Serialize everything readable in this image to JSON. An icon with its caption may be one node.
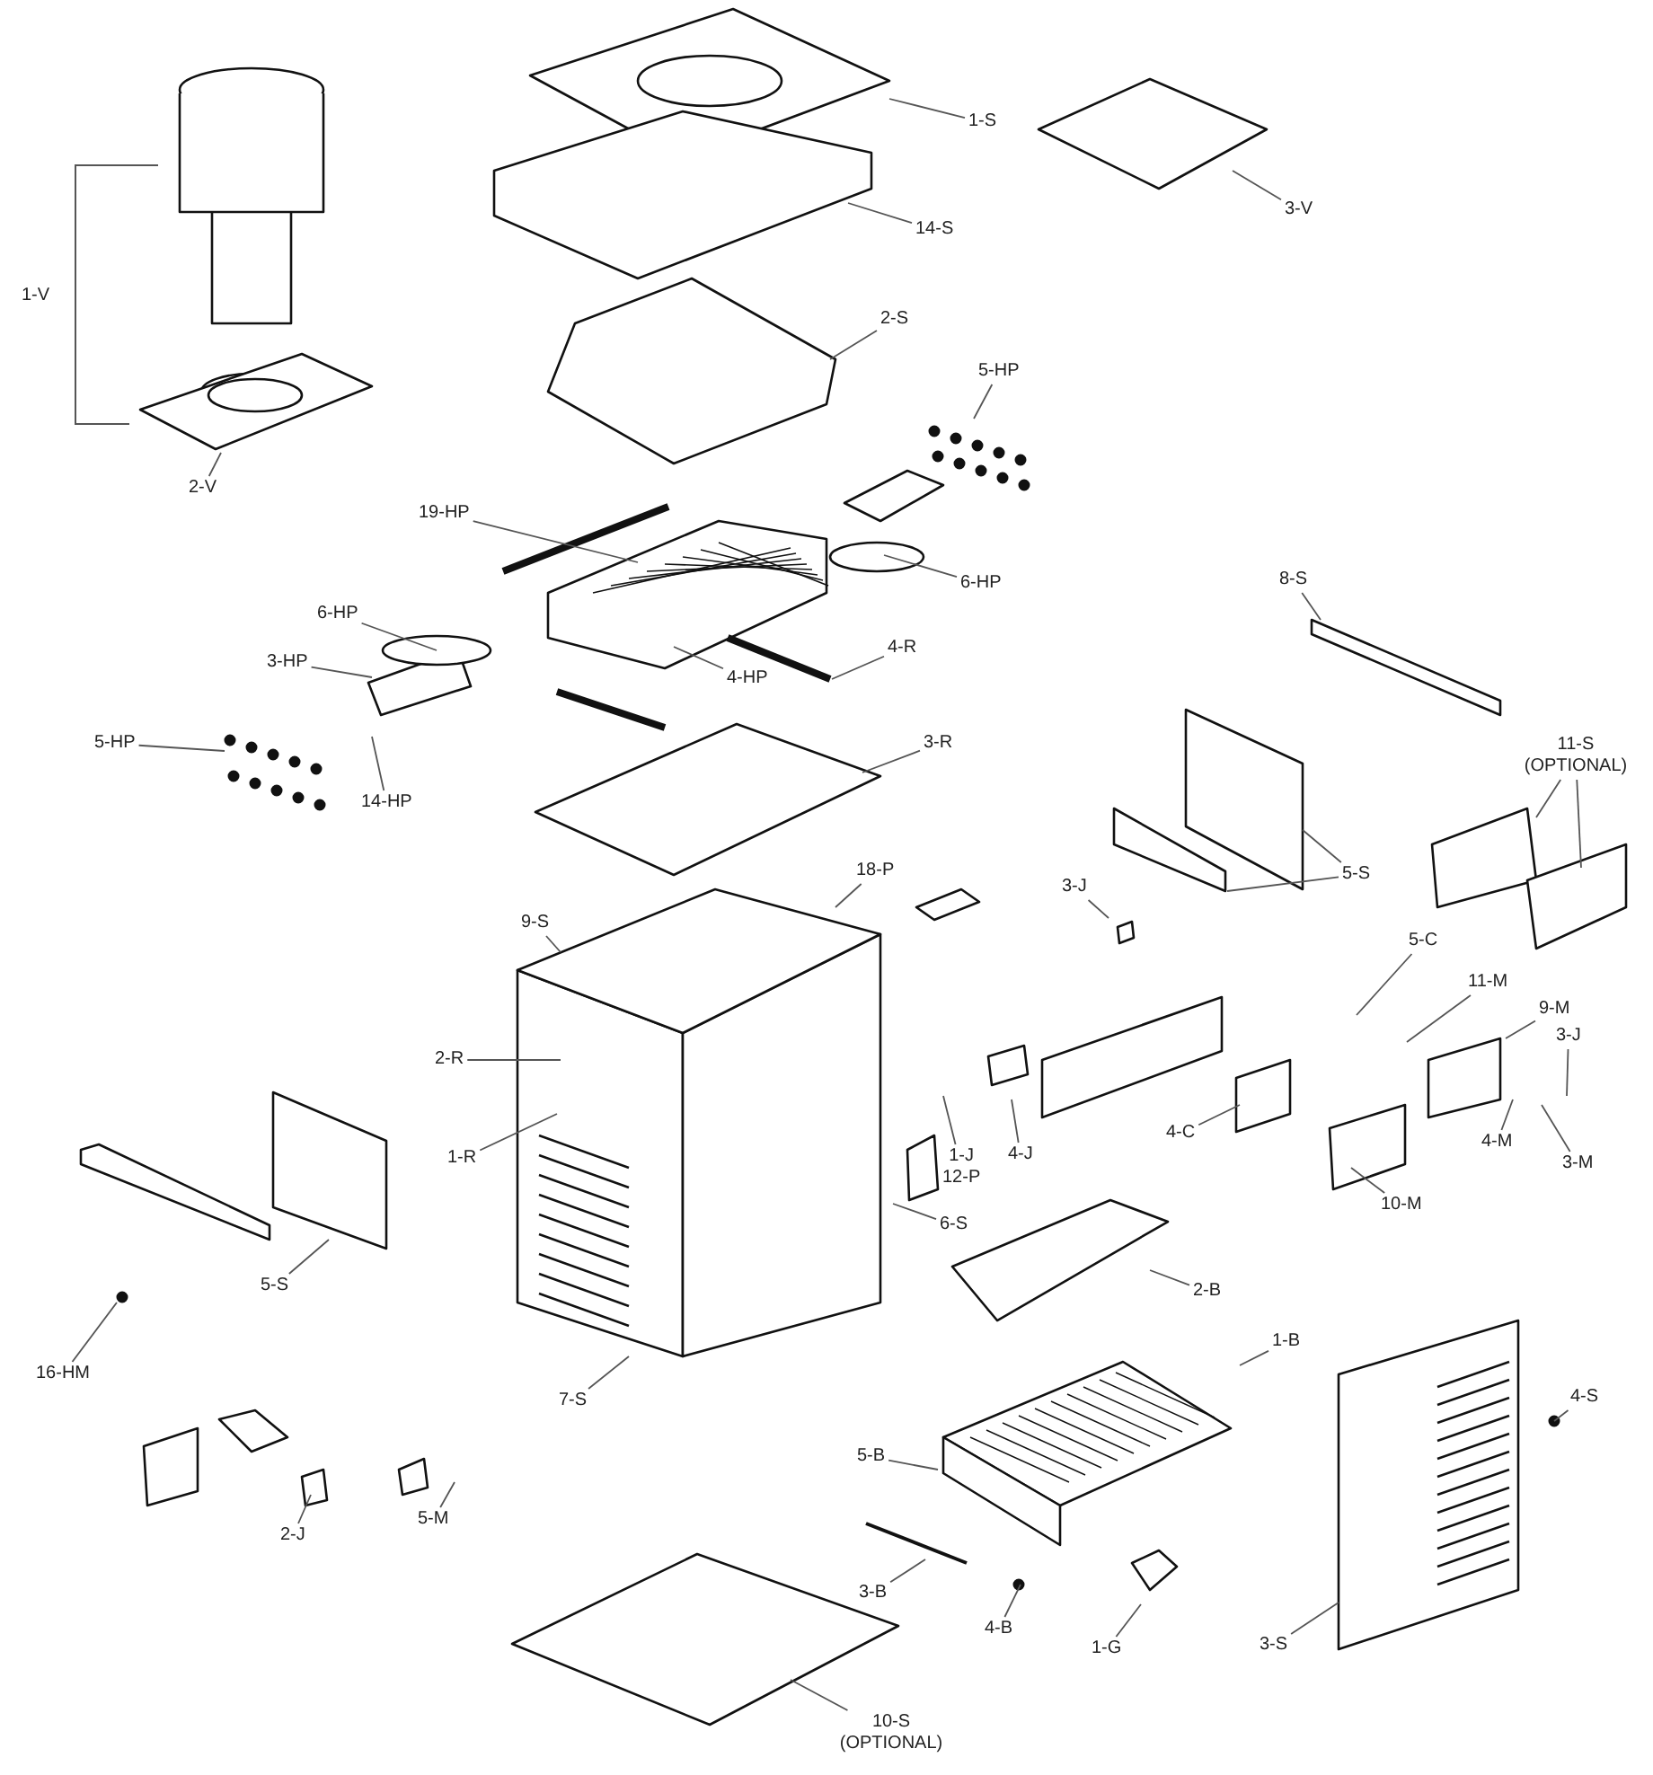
{
  "diagram": {
    "nodes": [
      {
        "text": [
          "1-S"
        ]
      },
      {
        "text": [
          "3-V"
        ]
      },
      {
        "text": [
          "14-S"
        ]
      },
      {
        "text": [
          "2-S"
        ]
      },
      {
        "text": [
          "5-HP"
        ]
      },
      {
        "text": [
          "2-V"
        ]
      },
      {
        "text": [
          "19-HP"
        ]
      },
      {
        "text": [
          "6-HP"
        ]
      },
      {
        "text": [
          "8-S"
        ]
      },
      {
        "text": [
          "6-HP"
        ]
      },
      {
        "text": [
          "4-R"
        ]
      },
      {
        "text": [
          "3-HP"
        ]
      },
      {
        "text": [
          "4-HP"
        ]
      },
      {
        "text": [
          "5-HP"
        ]
      },
      {
        "text": [
          "3-R"
        ]
      },
      {
        "text": [
          "11-S (OPTIONAL)"
        ]
      },
      {
        "text": [
          "14-HP"
        ]
      },
      {
        "text": [
          "18-P"
        ]
      },
      {
        "text": [
          "5-S"
        ]
      },
      {
        "text": [
          "3-J"
        ]
      },
      {
        "text": [
          "9-S"
        ]
      },
      {
        "text": [
          "5-C"
        ]
      },
      {
        "text": [
          "11-M"
        ]
      },
      {
        "text": [
          "9-M"
        ]
      },
      {
        "text": [
          "3-J"
        ]
      },
      {
        "text": [
          "2-R"
        ]
      },
      {
        "text": [
          "4-C"
        ]
      },
      {
        "text": [
          "4-M"
        ]
      },
      {
        "text": [
          "4-J"
        ]
      },
      {
        "text": [
          "1-R"
        ]
      },
      {
        "text": [
          "1-J",
          "12-P"
        ]
      },
      {
        "text": [
          "3-M"
        ]
      },
      {
        "text": [
          "10-M"
        ]
      },
      {
        "text": [
          "6-S"
        ]
      },
      {
        "text": [
          "5-S"
        ]
      },
      {
        "text": [
          "2-B"
        ]
      },
      {
        "text": [
          "1-B"
        ]
      },
      {
        "text": [
          "16-HM"
        ]
      },
      {
        "text": [
          "7-S"
        ]
      },
      {
        "text": [
          "4-S"
        ]
      },
      {
        "text": [
          "5-B"
        ]
      },
      {
        "text": [
          "5-M"
        ]
      },
      {
        "text": [
          "2-J"
        ]
      },
      {
        "text": [
          "3-B"
        ]
      },
      {
        "text": [
          "4-B"
        ]
      },
      {
        "text": [
          "1-G"
        ]
      },
      {
        "text": [
          "3-S"
        ]
      },
      {
        "text": [
          "10-S (OPTIONAL)"
        ]
      }
    ],
    "edges": [
      {
        "from": 0,
        "to": null,
        "arrow": "none"
      },
      {
        "from": 1,
        "to": null,
        "arrow": "none"
      },
      {
        "from": 2,
        "to": null,
        "arrow": "none"
      },
      {
        "from": 3,
        "to": null,
        "arrow": "none"
      },
      {
        "from": 4,
        "to": null,
        "arrow": "none"
      },
      {
        "from": 5,
        "to": null,
        "arrow": "none"
      },
      {
        "from": 6,
        "to": null,
        "arrow": "none"
      },
      {
        "from": 7,
        "to": null,
        "arrow": "none"
      },
      {
        "from": 8,
        "to": null,
        "arrow": "none"
      },
      {
        "from": 9,
        "to": null,
        "arrow": "none"
      },
      {
        "from": 10,
        "to": null,
        "arrow": "none"
      },
      {
        "from": 11,
        "to": null,
        "arrow": "none"
      },
      {
        "from": 12,
        "to": null,
        "arrow": "none"
      },
      {
        "from": 13,
        "to": null,
        "arrow": "none"
      },
      {
        "from": 14,
        "to": null,
        "arrow": "none"
      },
      {
        "from": 15,
        "to": null,
        "arrow": "none"
      },
      {
        "from": 15,
        "to": null,
        "arrow": "none"
      },
      {
        "from": 16,
        "to": null,
        "arrow": "none"
      },
      {
        "from": 17,
        "to": null,
        "arrow": "none"
      },
      {
        "from": 18,
        "to": null,
        "arrow": "none"
      },
      {
        "from": 18,
        "to": null,
        "arrow": "none"
      },
      {
        "from": 19,
        "to": null,
        "arrow": "none"
      },
      {
        "from": 20,
        "to": null,
        "arrow": "none"
      },
      {
        "from": 21,
        "to": null,
        "arrow": "none"
      },
      {
        "from": 22,
        "to": null,
        "arrow": "none"
      },
      {
        "from": 23,
        "to": null,
        "arrow": "none"
      },
      {
        "from": 24,
        "to": null,
        "arrow": "none"
      },
      {
        "from": 25,
        "to": null,
        "arrow": "none"
      },
      {
        "from": 26,
        "to": null,
        "arrow": "none"
      },
      {
        "from": 27,
        "to": null,
        "arrow": "none"
      },
      {
        "from": 28,
        "to": null,
        "arrow": "none"
      },
      {
        "from": 29,
        "to": null,
        "arrow": "none"
      },
      {
        "from": 30,
        "to": null,
        "arrow": "none"
      },
      {
        "from": 31,
        "to": null,
        "arrow": "none"
      },
      {
        "from": 32,
        "to": null,
        "arrow": "none"
      },
      {
        "from": 33,
        "to": null,
        "arrow": "none"
      },
      {
        "from": 34,
        "to": null,
        "arrow": "none"
      },
      {
        "from": 35,
        "to": null,
        "arrow": "none"
      },
      {
        "from": 36,
        "to": null,
        "arrow": "none"
      },
      {
        "from": 37,
        "to": null,
        "arrow": "none"
      },
      {
        "from": 38,
        "to": null,
        "arrow": "none"
      },
      {
        "from": 39,
        "to": null,
        "arrow": "none"
      },
      {
        "from": 40,
        "to": null,
        "arrow": "none"
      },
      {
        "from": 41,
        "to": null,
        "arrow": "none"
      },
      {
        "from": 42,
        "to": null,
        "arrow": "none"
      },
      {
        "from": 43,
        "to": null,
        "arrow": "none"
      },
      {
        "from": 44,
        "to": null,
        "arrow": "none"
      },
      {
        "from": 45,
        "to": null,
        "arrow": "none"
      },
      {
        "from": 46,
        "to": null,
        "arrow": "none"
      },
      {
        "from": 47,
        "to": null,
        "arrow": "none"
      }
    ],
    "labels": [
      "1-V"
    ]
  }
}
